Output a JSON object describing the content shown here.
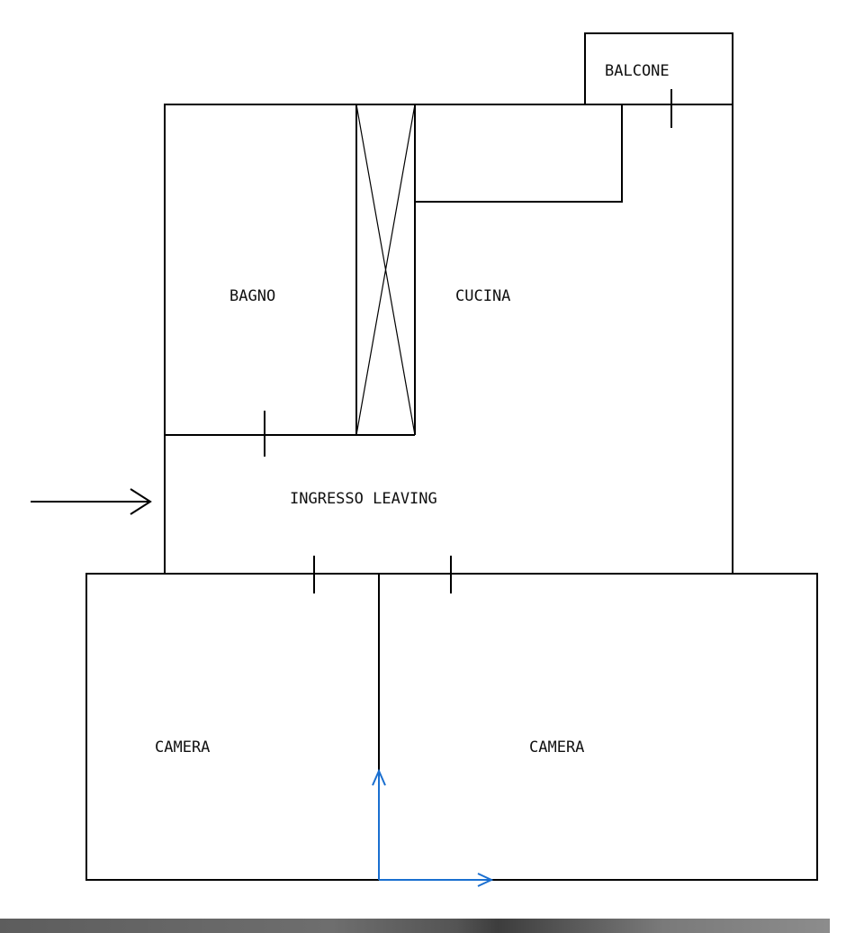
{
  "rooms": {
    "balcone": "BALCONE",
    "bagno": "BAGNO",
    "cucina": "CUCINA",
    "ingresso": "INGRESSO LEAVING",
    "camera_left": "CAMERA",
    "camera_right": "CAMERA"
  },
  "colors": {
    "walls": "#000000",
    "axes": "#1a6fd0",
    "background": "#ffffff"
  },
  "icons": {
    "entrance": "arrow-right-icon",
    "axis_x": "axis-x-arrow-icon",
    "axis_y": "axis-y-arrow-icon"
  }
}
